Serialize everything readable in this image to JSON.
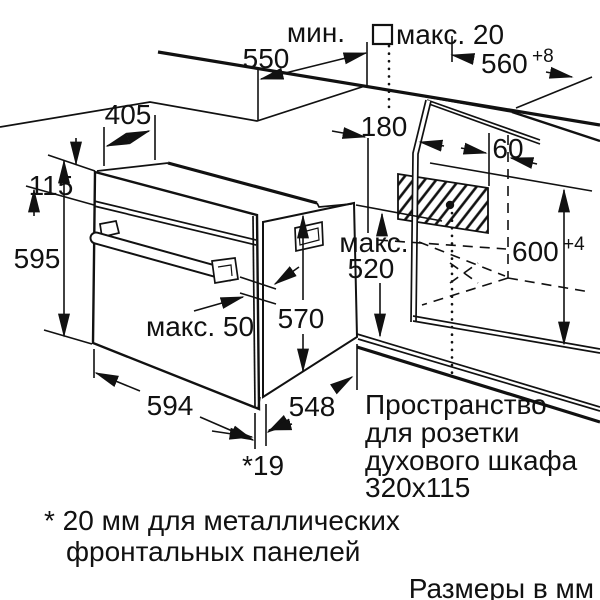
{
  "diagram": {
    "units_note": "Размеры в мм",
    "footnote": {
      "line1": "* 20 мм для металлических",
      "line2": "фронтальных панелей"
    },
    "socket_note": {
      "line1": "Пространство",
      "line2": "для розетки",
      "line3": "духового шкафа",
      "line4": "320x115"
    },
    "dimensions": {
      "worktop_depth": {
        "prefix": "мин.",
        "value": "550"
      },
      "front_panel_max": {
        "label": "макс. 20",
        "symbol": "square-outline"
      },
      "niche_width": {
        "value": "560",
        "tolerance": "+8"
      },
      "top_recess_depth": "405",
      "control_panel_height": "115",
      "oven_height": "595",
      "socket_offset_left": "180",
      "socket_offset_right": "60",
      "socket_max_height": {
        "prefix": "макс.",
        "value": "520"
      },
      "body_height": "570",
      "handle_max": "макс. 50",
      "niche_height": {
        "value": "600",
        "tolerance": "+4"
      },
      "oven_width": "594",
      "body_depth": "548",
      "rear_protrusion": "*19"
    },
    "colors": {
      "line": "#111111",
      "background": "#ffffff"
    }
  }
}
